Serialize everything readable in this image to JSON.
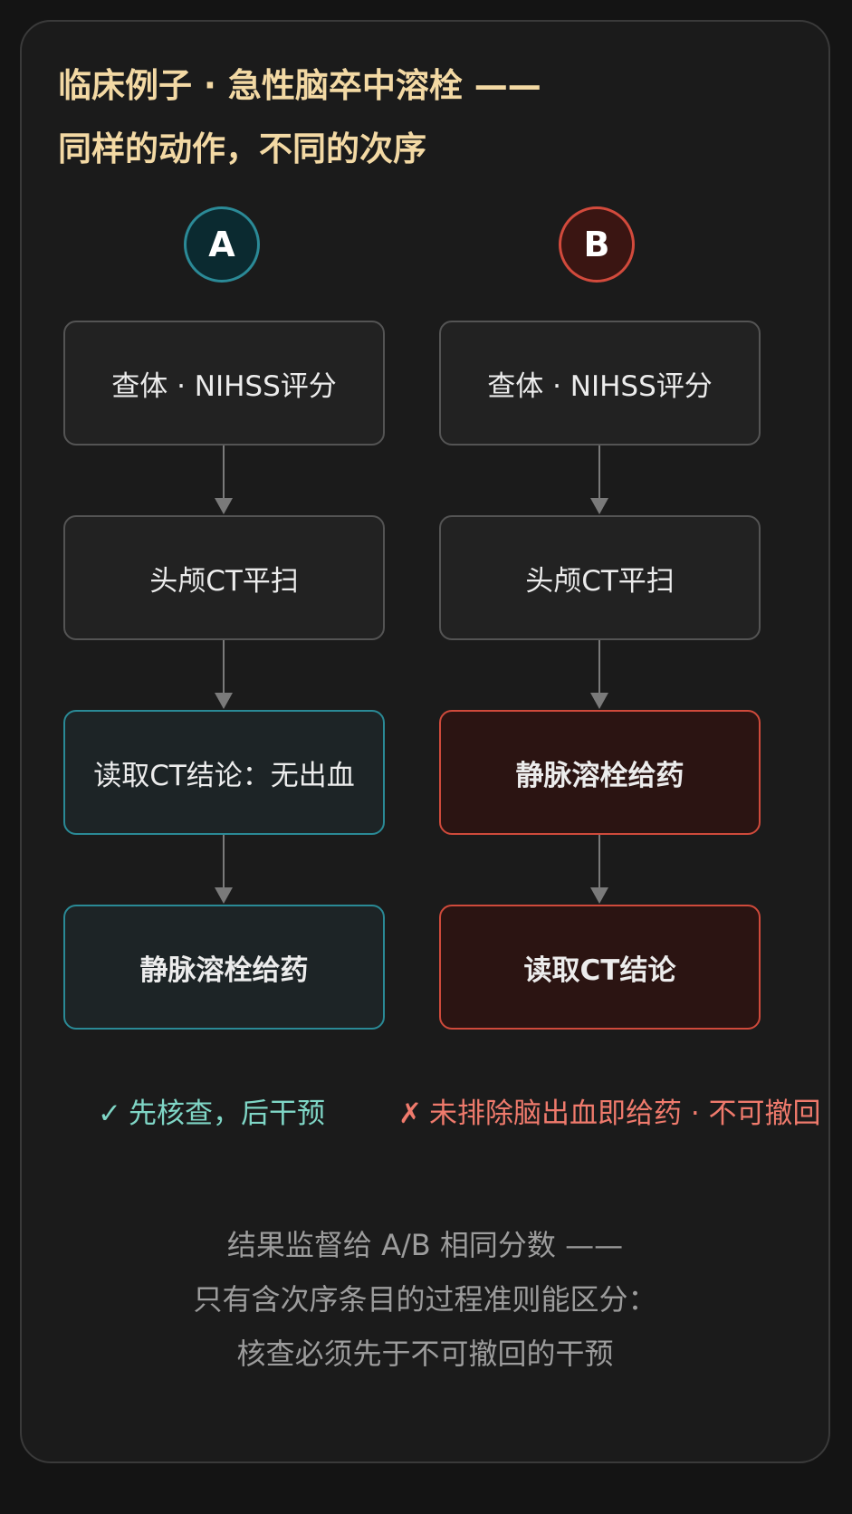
{
  "title": {
    "line1": "临床例子 · 急性脑卒中溶栓 ——",
    "line2": "同样的动作，不同的次序"
  },
  "columns": {
    "a": {
      "label": "A",
      "steps": [
        "查体 · NIHSS评分",
        "头颅CT平扫",
        "读取CT结论：无出血",
        "静脉溶栓给药"
      ],
      "verdict_mark": "✓",
      "verdict": "先核查，后干预"
    },
    "b": {
      "label": "B",
      "steps": [
        "查体 · NIHSS评分",
        "头颅CT平扫",
        "静脉溶栓给药",
        "读取CT结论"
      ],
      "verdict_mark": "✗",
      "verdict": "未排除脑出血即给药 · 不可撤回"
    }
  },
  "footer": {
    "line1": "结果监督给 A/B 相同分数 ——",
    "line2": "只有含次序条目的过程准则能区分：",
    "line3": "核查必须先于不可撤回的干预"
  },
  "colors": {
    "title": "#f3d9a4",
    "accent_a": "#2b8a97",
    "accent_b": "#d24a3c",
    "verdict_a": "#7fd6c6",
    "verdict_b": "#ef7a6c"
  }
}
